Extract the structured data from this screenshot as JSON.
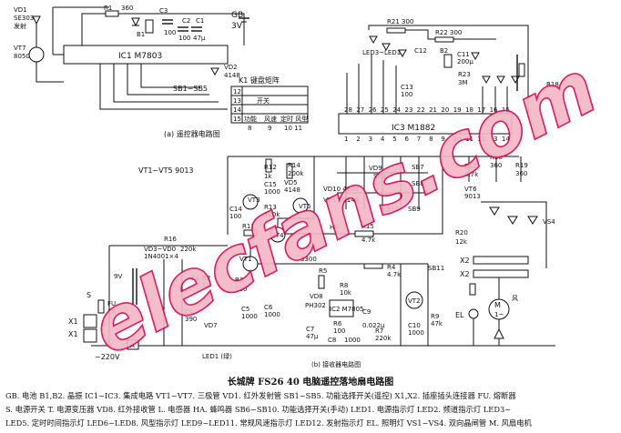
{
  "title": "长城牌 FS26 40 电脑遥控落地扇电路图",
  "sub_a": "(a) 遥控器电路图",
  "sub_b": "(b) 接收器电路图",
  "watermark": "elecfans.com",
  "remote": {
    "vd1": "VD1",
    "vd1b": "SE303",
    "vd1c": "发射",
    "vt7": "VT7",
    "vt7b": "8050",
    "r1": "R1",
    "r1v": "360",
    "b1": "B1",
    "c3": "C3",
    "c3v": "100",
    "c2": "C2",
    "c2v": "100",
    "c1": "C1",
    "c1v": "47μ",
    "gb": "GB",
    "gbv": "3V",
    "ic1": "IC1  M7803",
    "vd2": "VD2",
    "vd2v": "4148",
    "sb": "SB1~SB5"
  },
  "keymatrix": {
    "title": "K1 键盘矩阵",
    "rows": [
      {
        "a": "12",
        "b": "",
        "c": "",
        "d": ""
      },
      {
        "a": "13",
        "b": "开关",
        "c": "",
        "d": ""
      },
      {
        "a": "14",
        "b": "",
        "c": "",
        "d": ""
      },
      {
        "a": "15",
        "b": "功能",
        "c": "风速",
        "d": "定时  风型"
      },
      {
        "a": "",
        "b": "8",
        "c": "9",
        "d": "10  11"
      }
    ]
  },
  "receiver": {
    "r21": "R21 300",
    "r22": "R22 300",
    "b2": "B2",
    "c12": "C12",
    "c13": "C13",
    "c13v": "100",
    "c11": "C11",
    "c11v": "200μ",
    "r23": "R23",
    "r23v": "3M",
    "led": "LED3~LED11",
    "ic3": "IC3 M1882",
    "pins_top": [
      "28",
      "27",
      "26",
      "25",
      "24",
      "23",
      "22",
      "21",
      "20",
      "19",
      "18",
      "17",
      "16",
      "15"
    ],
    "pins_bot": [
      "1",
      "2",
      "3",
      "4",
      "5",
      "6",
      "7",
      "8",
      "9",
      "10",
      "11",
      "12",
      "13",
      "14"
    ],
    "vt": "VT1~VT5 9013",
    "r12": "R12",
    "r12v": "1k",
    "r14": "R14",
    "r14v": "200k",
    "c15": "C15",
    "c15v": "1000",
    "vd5": "VD5",
    "vd5v": "4148",
    "vd9": "VD9",
    "vd10": "VD10 4148",
    "vd11": "VD11 4148",
    "sb6": "SB6",
    "sb7": "SB7",
    "sb8": "SB8",
    "sb10": "SB10",
    "sb9": "SB9",
    "vt3": "VT3",
    "c14": "C14",
    "c14v": "100",
    "r13": "R13",
    "r13v": "100k",
    "vt5": "VT5",
    "vt4": "VT4",
    "r11": "R11",
    "r15": "R15",
    "r15v": "4.7k",
    "ha": "HA",
    "r16": "R16",
    "vd3": "VD3~VD0",
    "vd3v": "1N4001×4",
    "r16v": "220k",
    "r17": "R17",
    "r17v": "4.7k",
    "vt6": "VT6",
    "vt6v": "9013",
    "r18": "R18",
    "r18v": "360",
    "r19": "R19",
    "r19v": "360",
    "r20": "R20",
    "r20v": "12k",
    "vs": "VS4",
    "v9": "9V",
    "s": "S",
    "fu": "FU",
    "fuv": "1A",
    "x1": "X1",
    "x2": "X2",
    "ac": "~220V",
    "a": "A",
    "vt1": "VT1",
    "r3": "R3",
    "r3v": "100",
    "c5": "C5",
    "c5v": "1000",
    "r1": "R1",
    "r2": "R2",
    "r2v": "10",
    "c4": "C4",
    "c4v": "390",
    "vd7": "VD7",
    "c6": "C6",
    "c6v": "1000",
    "v3300": "3300",
    "r5": "R5",
    "r8": "R8",
    "r8v": "10k",
    "vd8": "VD8",
    "vd8v": "PH302",
    "ic2": "IC2 M7805",
    "c7": "C7",
    "c7v": "47μ",
    "r6": "R6",
    "r6v": "100",
    "c8": "C8",
    "c8v": "1000",
    "c9": "C9",
    "c9v": "0.022μ",
    "r7": "R7",
    "r7v": "220k",
    "vt2": "VT2",
    "c10": "C10",
    "c10v": "1000",
    "r9": "R9",
    "r9v": "47k",
    "r4": "R4",
    "r4v": "4.7k",
    "sb11": "SB11",
    "led1": "LED1 (绿)",
    "el": "EL",
    "m": "M",
    "mv": "1~",
    "wind": "风"
  },
  "legend_lines": [
    "GB. 电池   B1,B2. 晶振   IC1~IC3. 集成电路   VT1~VT7. 三极管   VD1. 红外发射管   SB1~SB5. 功能选择开关(遥控)   X1,X2. 插座插头连接器   FU. 熔断器",
    "S. 电源开关   T. 电源变压器   VD8. 红外接收管   L. 电感器   HA. 蜂鸣器   SB6~SB10. 功能选择开关(手动)   LED1. 电源指示灯   LED2. 频道指示灯   LED3~",
    "LED5. 定时时间指示灯   LED6~LED8. 风型指示灯   LED9~LED11. 常规风速指示灯   LED12. 发射指示灯   EL. 照明灯   VS1~VS4. 双向晶闸管   M. 风扇电机"
  ]
}
